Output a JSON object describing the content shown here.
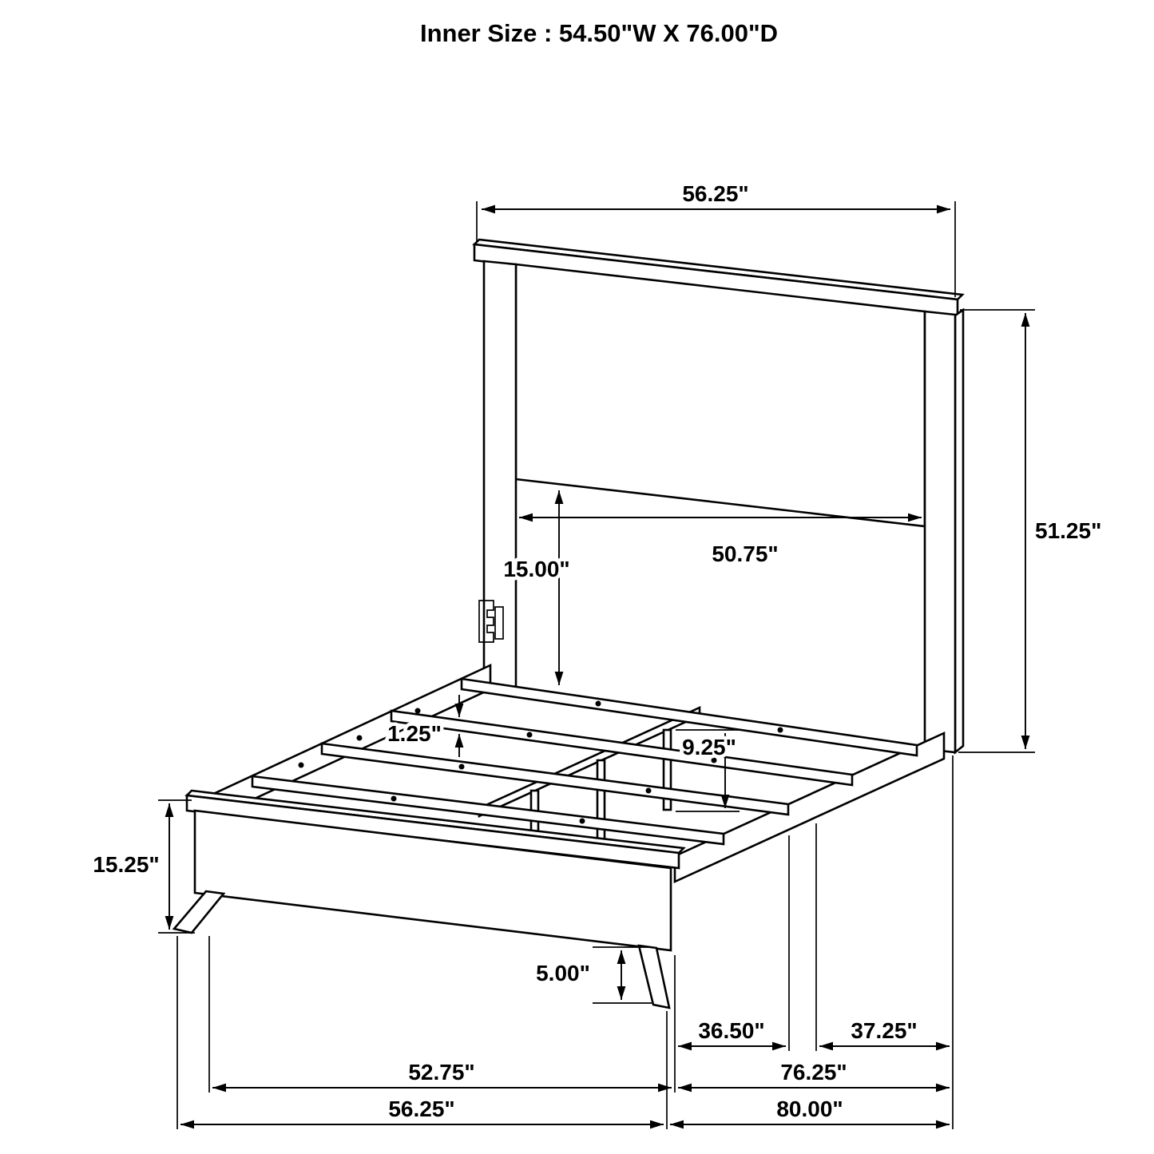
{
  "title": "Inner Size : 54.50\"W X 76.00\"D",
  "dimensions": {
    "top_width": "56.25\"",
    "headboard_height": "51.25\"",
    "inner_width": "50.75\"",
    "panel_to_rail": "15.00\"",
    "slat_thickness": "1.25\"",
    "support_leg_height": "9.25\"",
    "footboard_height": "15.25\"",
    "floor_clearance": "5.00\"",
    "front_leg_span": "36.50\"",
    "back_leg_span": "37.25\"",
    "inner_length": "52.75\"",
    "side_rail_length": "76.25\"",
    "footboard_width": "56.25\"",
    "overall_length": "80.00\""
  },
  "colors": {
    "line": "#000000",
    "background": "#ffffff"
  }
}
